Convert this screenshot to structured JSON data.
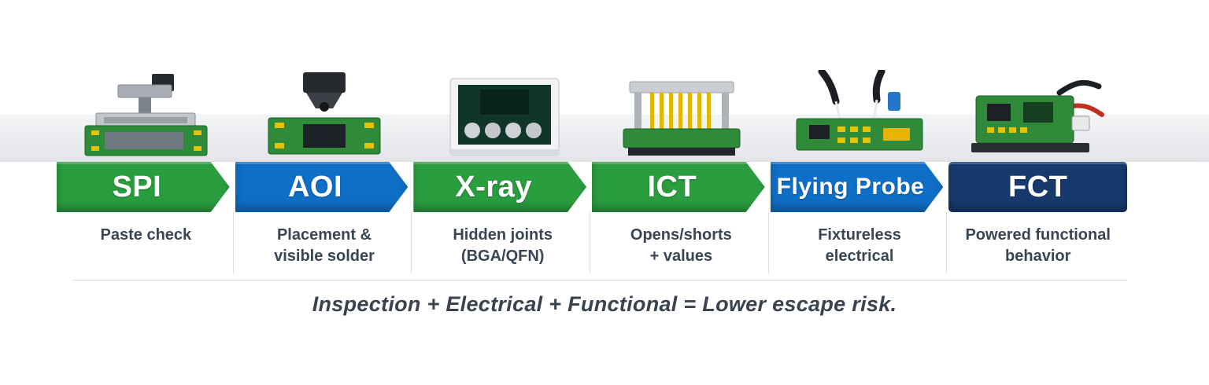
{
  "stages": [
    {
      "label": "SPI",
      "color": "#2a9d3f",
      "desc_line1": "Paste check",
      "desc_line2": ""
    },
    {
      "label": "AOI",
      "color": "#0f6ec5",
      "desc_line1": "Placement &",
      "desc_line2": "visible solder"
    },
    {
      "label": "X-ray",
      "color": "#2a9d3f",
      "desc_line1": "Hidden joints",
      "desc_line2": "(BGA/QFN)"
    },
    {
      "label": "ICT",
      "color": "#2a9d3f",
      "desc_line1": "Opens/shorts",
      "desc_line2": "+ values"
    },
    {
      "label": "Flying Probe",
      "color": "#0f6ec5",
      "desc_line1": "Fixtureless",
      "desc_line2": "electrical"
    },
    {
      "label": "FCT",
      "color": "#173a6d",
      "desc_line1": "Powered functional",
      "desc_line2": "behavior"
    }
  ],
  "caption": "Inspection + Electrical + Functional = Lower escape risk.",
  "colors": {
    "green": "#2a9d3f",
    "blue": "#0f6ec5",
    "navy": "#173a6d",
    "pcb_green": "#2f8b3a",
    "band_gray": "#e9ebee",
    "text_dark": "#3a4553"
  }
}
